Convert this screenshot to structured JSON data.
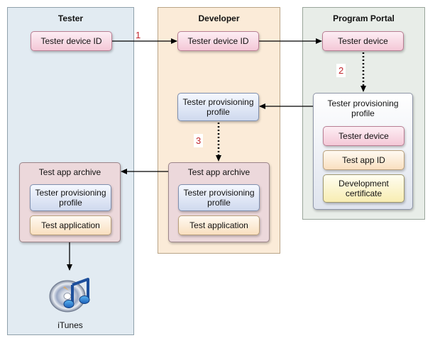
{
  "lanes": {
    "tester": "Tester",
    "developer": "Developer",
    "portal": "Program Portal"
  },
  "tester": {
    "device_id": "Tester device ID",
    "archive_title": "Test app archive",
    "profile": "Tester provisioning profile",
    "application": "Test application",
    "itunes_label": "iTunes"
  },
  "developer": {
    "device_id": "Tester device ID",
    "profile": "Tester provisioning profile",
    "archive_title": "Test app archive",
    "archive_profile": "Tester provisioning profile",
    "application": "Test application"
  },
  "portal": {
    "device": "Tester device",
    "profile_title": "Tester provisioning profile",
    "profile_device": "Tester device",
    "app_id": "Test app ID",
    "certificate": "Development certificate"
  },
  "steps": [
    "1",
    "2",
    "3"
  ],
  "icons": {
    "itunes": "itunes-icon"
  },
  "colors": {
    "step_number": "#c0262d",
    "arrow": "#000000"
  }
}
